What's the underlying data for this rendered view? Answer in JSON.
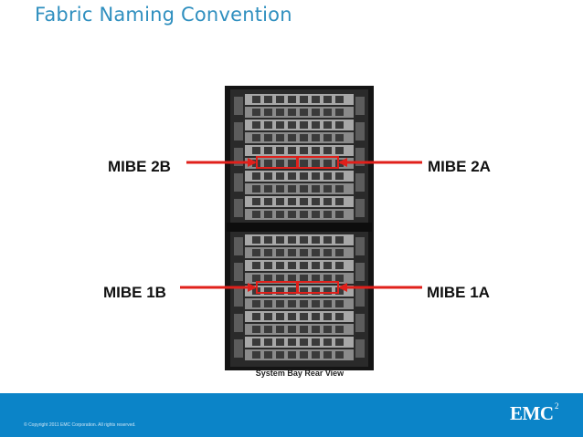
{
  "slide": {
    "title": "Fabric Naming Convention"
  },
  "diagram": {
    "labels": {
      "mibe_2b": "MIBE 2B",
      "mibe_2a": "MIBE 2A",
      "mibe_1b": "MIBE 1B",
      "mibe_1a": "MIBE 1A"
    },
    "caption": "System Bay Rear View"
  },
  "footer": {
    "copyright": "© Copyright 2011 EMC Corporation. All rights reserved.",
    "logo": "EMC",
    "logo_superscript": "2"
  },
  "colors": {
    "title": "#2f8fbf",
    "arrow": "#e0201b",
    "footer": "#0b84c8",
    "rack": "#1a1a1a"
  }
}
